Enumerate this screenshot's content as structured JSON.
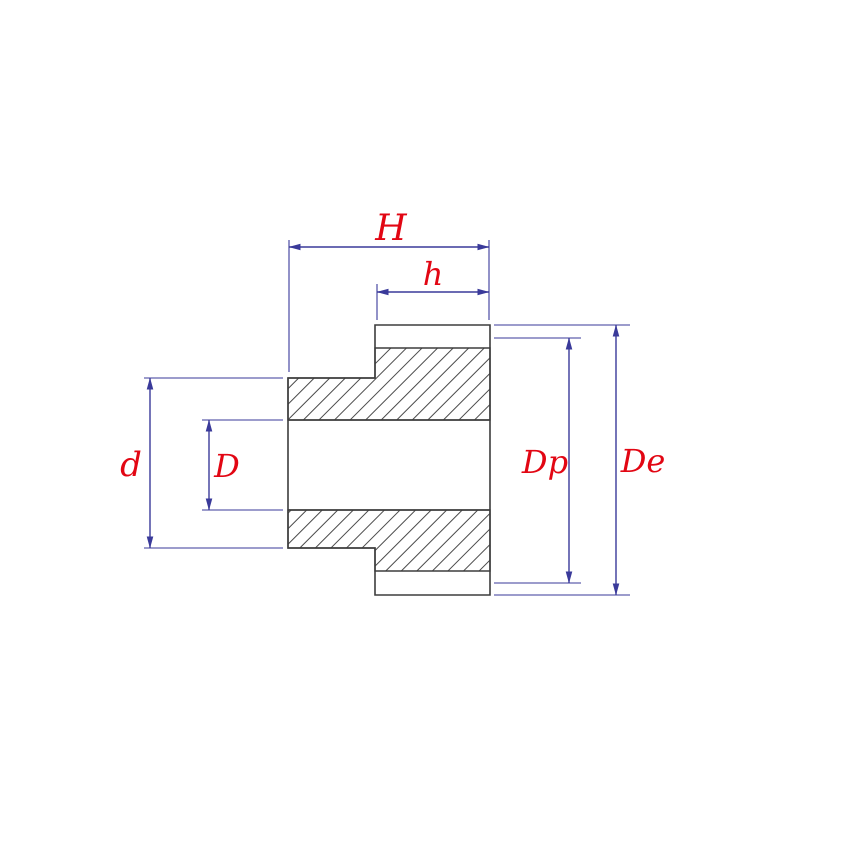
{
  "drawing": {
    "kind_label": "gear cross-section technical drawing"
  },
  "colors": {
    "background": "#ffffff",
    "label": "#e20613",
    "dimension": "#3a3a9a",
    "outline": "#3d3d3d",
    "hatch": "#4a4a4a"
  },
  "labels": {
    "overall_width": "H",
    "rim_width": "h",
    "hub_diameter": "d",
    "bore_diameter": "D",
    "pitch_diameter": "Dp",
    "outer_diameter": "De"
  }
}
